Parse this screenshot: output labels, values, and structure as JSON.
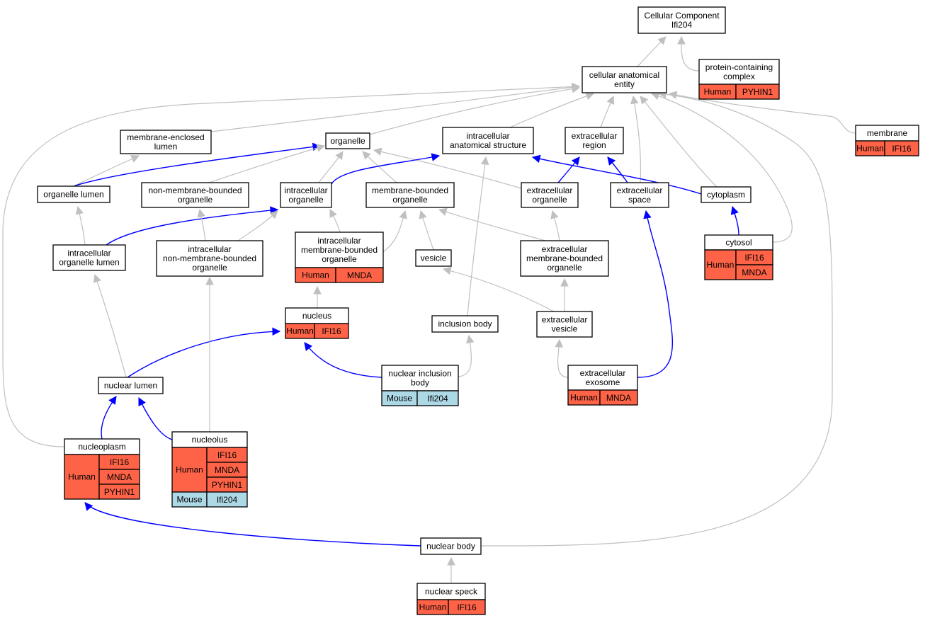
{
  "graph": {
    "root": [
      "Cellular Component",
      "Ifi204"
    ],
    "nodes": {
      "cellular_anatomical_entity": [
        "cellular anatomical",
        "entity"
      ],
      "protein_containing_complex": [
        "protein-containing",
        "complex"
      ],
      "membrane": [
        "membrane"
      ],
      "membrane_enclosed_lumen": [
        "membrane-enclosed",
        "lumen"
      ],
      "organelle": [
        "organelle"
      ],
      "intracellular_anatomical_structure": [
        "intracellular",
        "anatomical structure"
      ],
      "extracellular_region": [
        "extracellular",
        "region"
      ],
      "organelle_lumen": [
        "organelle lumen"
      ],
      "non_membrane_bounded_organelle": [
        "non-membrane-bounded",
        "organelle"
      ],
      "intracellular_organelle": [
        "intracellular",
        "organelle"
      ],
      "membrane_bounded_organelle": [
        "membrane-bounded",
        "organelle"
      ],
      "extracellular_organelle": [
        "extracellular",
        "organelle"
      ],
      "extracellular_space": [
        "extracellular",
        "space"
      ],
      "cytoplasm": [
        "cytoplasm"
      ],
      "cytosol": [
        "cytosol"
      ],
      "intracellular_organelle_lumen": [
        "intracellular",
        "organelle lumen"
      ],
      "intracellular_non_membrane_bounded_organelle": [
        "intracellular",
        "non-membrane-bounded",
        "organelle"
      ],
      "intracellular_membrane_bounded_organelle": [
        "intracellular",
        "membrane-bounded",
        "organelle"
      ],
      "vesicle": [
        "vesicle"
      ],
      "extracellular_membrane_bounded_organelle": [
        "extracellular",
        "membrane-bounded",
        "organelle"
      ],
      "nucleus": [
        "nucleus"
      ],
      "inclusion_body": [
        "inclusion body"
      ],
      "extracellular_vesicle": [
        "extracellular",
        "vesicle"
      ],
      "nuclear_lumen": [
        "nuclear lumen"
      ],
      "nuclear_inclusion_body": [
        "nuclear inclusion",
        "body"
      ],
      "extracellular_exosome": [
        "extracellular",
        "exosome"
      ],
      "nucleoplasm": [
        "nucleoplasm"
      ],
      "nucleolus": [
        "nucleolus"
      ],
      "nuclear_body": [
        "nuclear body"
      ],
      "nuclear_speck": [
        "nuclear speck"
      ]
    },
    "annotations": {
      "protein_containing_complex": [
        {
          "species": "Human",
          "genes": [
            "PYHIN1"
          ]
        }
      ],
      "membrane": [
        {
          "species": "Human",
          "genes": [
            "IFI16"
          ]
        }
      ],
      "cytosol": [
        {
          "species": "Human",
          "genes": [
            "IFI16",
            "MNDA"
          ]
        }
      ],
      "intracellular_membrane_bounded_organelle": [
        {
          "species": "Human",
          "genes": [
            "MNDA"
          ]
        }
      ],
      "nucleus": [
        {
          "species": "Human",
          "genes": [
            "IFI16"
          ]
        }
      ],
      "nuclear_inclusion_body": [
        {
          "species": "Mouse",
          "genes": [
            "Ifi204"
          ]
        }
      ],
      "extracellular_exosome": [
        {
          "species": "Human",
          "genes": [
            "MNDA"
          ]
        }
      ],
      "nucleoplasm": [
        {
          "species": "Human",
          "genes": [
            "IFI16",
            "MNDA",
            "PYHIN1"
          ]
        }
      ],
      "nucleolus": [
        {
          "species": "Human",
          "genes": [
            "IFI16",
            "MNDA",
            "PYHIN1"
          ]
        },
        {
          "species": "Mouse",
          "genes": [
            "Ifi204"
          ]
        }
      ],
      "nuclear_speck": [
        {
          "species": "Human",
          "genes": [
            "IFI16"
          ]
        }
      ]
    },
    "edges": [
      {
        "from": "cellular_anatomical_entity",
        "to": "root",
        "type": "is_a"
      },
      {
        "from": "protein_containing_complex",
        "to": "root",
        "type": "is_a"
      },
      {
        "from": "membrane",
        "to": "cellular_anatomical_entity",
        "type": "is_a"
      },
      {
        "from": "membrane_enclosed_lumen",
        "to": "cellular_anatomical_entity",
        "type": "is_a"
      },
      {
        "from": "organelle",
        "to": "cellular_anatomical_entity",
        "type": "is_a"
      },
      {
        "from": "intracellular_anatomical_structure",
        "to": "cellular_anatomical_entity",
        "type": "is_a"
      },
      {
        "from": "extracellular_region",
        "to": "cellular_anatomical_entity",
        "type": "is_a"
      },
      {
        "from": "extracellular_space",
        "to": "cellular_anatomical_entity",
        "type": "is_a"
      },
      {
        "from": "cytoplasm",
        "to": "cellular_anatomical_entity",
        "type": "is_a"
      },
      {
        "from": "cytosol",
        "to": "cellular_anatomical_entity",
        "type": "is_a"
      },
      {
        "from": "nucleoplasm",
        "to": "cellular_anatomical_entity",
        "type": "is_a"
      },
      {
        "from": "nuclear_body",
        "to": "cellular_anatomical_entity",
        "type": "is_a"
      },
      {
        "from": "organelle_lumen",
        "to": "membrane_enclosed_lumen",
        "type": "is_a"
      },
      {
        "from": "organelle_lumen",
        "to": "organelle",
        "type": "part_of"
      },
      {
        "from": "non_membrane_bounded_organelle",
        "to": "organelle",
        "type": "is_a"
      },
      {
        "from": "intracellular_organelle",
        "to": "organelle",
        "type": "is_a"
      },
      {
        "from": "membrane_bounded_organelle",
        "to": "organelle",
        "type": "is_a"
      },
      {
        "from": "extracellular_organelle",
        "to": "organelle",
        "type": "is_a"
      },
      {
        "from": "intracellular_organelle",
        "to": "intracellular_anatomical_structure",
        "type": "part_of"
      },
      {
        "from": "inclusion_body",
        "to": "intracellular_anatomical_structure",
        "type": "is_a"
      },
      {
        "from": "cytoplasm",
        "to": "intracellular_anatomical_structure",
        "type": "part_of"
      },
      {
        "from": "extracellular_organelle",
        "to": "extracellular_region",
        "type": "part_of"
      },
      {
        "from": "extracellular_space",
        "to": "extracellular_region",
        "type": "part_of"
      },
      {
        "from": "cytosol",
        "to": "cytoplasm",
        "type": "part_of"
      },
      {
        "from": "intracellular_organelle_lumen",
        "to": "organelle_lumen",
        "type": "is_a"
      },
      {
        "from": "intracellular_organelle_lumen",
        "to": "intracellular_organelle",
        "type": "part_of"
      },
      {
        "from": "intracellular_non_membrane_bounded_organelle",
        "to": "non_membrane_bounded_organelle",
        "type": "is_a"
      },
      {
        "from": "intracellular_non_membrane_bounded_organelle",
        "to": "intracellular_organelle",
        "type": "is_a"
      },
      {
        "from": "intracellular_membrane_bounded_organelle",
        "to": "intracellular_organelle",
        "type": "is_a"
      },
      {
        "from": "intracellular_membrane_bounded_organelle",
        "to": "membrane_bounded_organelle",
        "type": "is_a"
      },
      {
        "from": "vesicle",
        "to": "membrane_bounded_organelle",
        "type": "is_a"
      },
      {
        "from": "extracellular_membrane_bounded_organelle",
        "to": "membrane_bounded_organelle",
        "type": "is_a"
      },
      {
        "from": "extracellular_membrane_bounded_organelle",
        "to": "extracellular_organelle",
        "type": "is_a"
      },
      {
        "from": "nucleus",
        "to": "intracellular_membrane_bounded_organelle",
        "type": "is_a"
      },
      {
        "from": "extracellular_vesicle",
        "to": "vesicle",
        "type": "is_a"
      },
      {
        "from": "extracellular_vesicle",
        "to": "extracellular_membrane_bounded_organelle",
        "type": "is_a"
      },
      {
        "from": "nuclear_lumen",
        "to": "intracellular_organelle_lumen",
        "type": "is_a"
      },
      {
        "from": "nuclear_lumen",
        "to": "nucleus",
        "type": "part_of"
      },
      {
        "from": "nuclear_inclusion_body",
        "to": "nucleus",
        "type": "part_of"
      },
      {
        "from": "nuclear_inclusion_body",
        "to": "inclusion_body",
        "type": "is_a"
      },
      {
        "from": "extracellular_exosome",
        "to": "extracellular_vesicle",
        "type": "is_a"
      },
      {
        "from": "extracellular_exosome",
        "to": "extracellular_space",
        "type": "part_of"
      },
      {
        "from": "nucleoplasm",
        "to": "nuclear_lumen",
        "type": "part_of"
      },
      {
        "from": "nucleolus",
        "to": "nuclear_lumen",
        "type": "part_of"
      },
      {
        "from": "nucleolus",
        "to": "intracellular_non_membrane_bounded_organelle",
        "type": "is_a"
      },
      {
        "from": "nuclear_body",
        "to": "nucleoplasm",
        "type": "part_of"
      },
      {
        "from": "nuclear_speck",
        "to": "nuclear_body",
        "type": "is_a"
      }
    ]
  },
  "colors": {
    "human_cell": "#ff6347",
    "mouse_cell": "#add8e6",
    "is_a_edge": "#c0c0c0",
    "part_of_edge": "#0000ff"
  }
}
